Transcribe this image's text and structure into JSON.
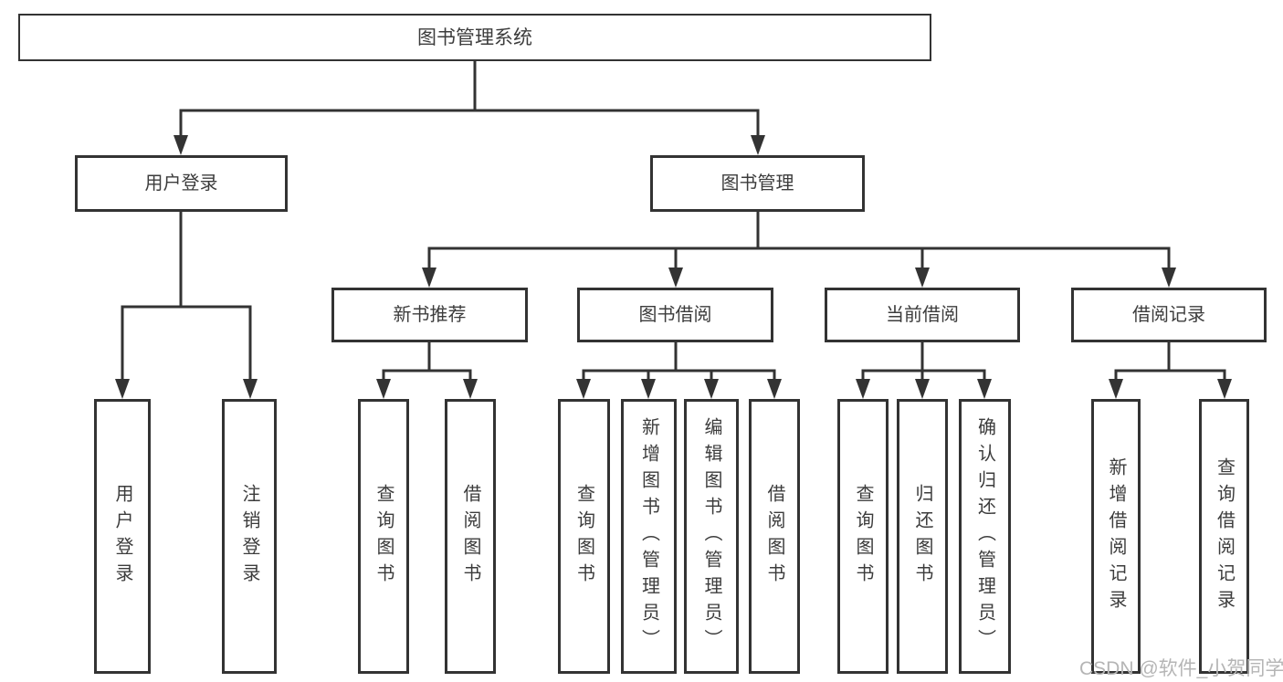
{
  "colors": {
    "background": "#ffffff",
    "line": "#333333",
    "box_border": "#333333",
    "text": "#3c3c3c",
    "watermark": "#b5b5b5"
  },
  "tree": {
    "label": "图书管理系统",
    "children": [
      {
        "label": "用户登录",
        "children": [
          {
            "label": "用户登录"
          },
          {
            "label": "注销登录"
          }
        ]
      },
      {
        "label": "图书管理",
        "children": [
          {
            "label": "新书推荐",
            "children": [
              {
                "label": "查询图书"
              },
              {
                "label": "借阅图书"
              }
            ]
          },
          {
            "label": "图书借阅",
            "children": [
              {
                "label": "查询图书"
              },
              {
                "label": "新增图书（管理员）"
              },
              {
                "label": "编辑图书（管理员）"
              },
              {
                "label": "借阅图书"
              }
            ]
          },
          {
            "label": "当前借阅",
            "children": [
              {
                "label": "查询图书"
              },
              {
                "label": "归还图书"
              },
              {
                "label": "确认归还（管理员）"
              }
            ]
          },
          {
            "label": "借阅记录",
            "children": [
              {
                "label": "新增借阅记录"
              },
              {
                "label": "查询借阅记录"
              }
            ]
          }
        ]
      }
    ]
  },
  "watermark": "CSDN @软件_小贺同学"
}
